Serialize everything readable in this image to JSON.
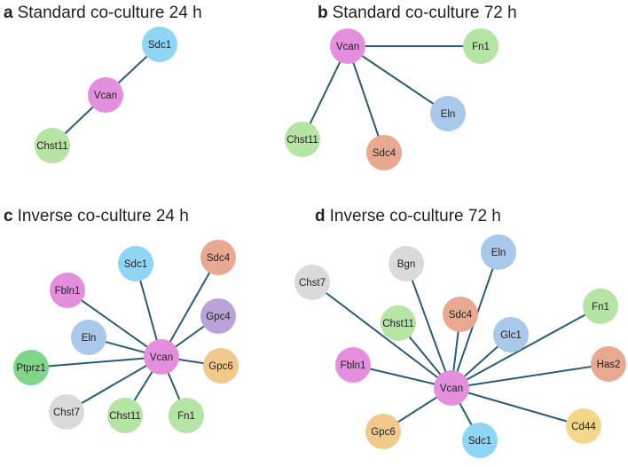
{
  "colors": {
    "edge": "#2a5d73",
    "pink": "#e48fde",
    "blue": "#8fd6f5",
    "green": "#b6e4a4",
    "salmon": "#e8a990",
    "lightblue": "#a9c8ea",
    "purple": "#b9a3d8",
    "orange": "#f2c98c",
    "gray": "#dadada",
    "yellow": "#f3d88c",
    "darkgreen": "#7fd68a"
  },
  "panels": [
    {
      "id": "a",
      "letter": "a",
      "title": "Standard co-culture 24 h",
      "nodes": [
        {
          "id": "vcan",
          "label": "Vcan",
          "color": "pink"
        },
        {
          "id": "sdc1",
          "label": "Sdc1",
          "color": "blue"
        },
        {
          "id": "chst11",
          "label": "Chst11",
          "color": "green"
        }
      ],
      "edges": [
        [
          "vcan",
          "sdc1"
        ],
        [
          "vcan",
          "chst11"
        ]
      ]
    },
    {
      "id": "b",
      "letter": "b",
      "title": "Standard co-culture 72 h",
      "nodes": [
        {
          "id": "vcan",
          "label": "Vcan",
          "color": "pink"
        },
        {
          "id": "fn1",
          "label": "Fn1",
          "color": "green"
        },
        {
          "id": "eln",
          "label": "Eln",
          "color": "lightblue"
        },
        {
          "id": "sdc4",
          "label": "Sdc4",
          "color": "salmon"
        },
        {
          "id": "chst11",
          "label": "Chst11",
          "color": "green"
        }
      ],
      "edges": [
        [
          "vcan",
          "fn1"
        ],
        [
          "vcan",
          "eln"
        ],
        [
          "vcan",
          "sdc4"
        ],
        [
          "vcan",
          "chst11"
        ]
      ]
    },
    {
      "id": "c",
      "letter": "c",
      "title": "Inverse co-culture 24 h",
      "nodes": [
        {
          "id": "vcan",
          "label": "Vcan",
          "color": "pink"
        },
        {
          "id": "sdc1",
          "label": "Sdc1",
          "color": "blue"
        },
        {
          "id": "sdc4",
          "label": "Sdc4",
          "color": "salmon"
        },
        {
          "id": "fbln1",
          "label": "Fbln1",
          "color": "pink"
        },
        {
          "id": "gpc4",
          "label": "Gpc4",
          "color": "purple"
        },
        {
          "id": "eln",
          "label": "Eln",
          "color": "lightblue"
        },
        {
          "id": "gpc6",
          "label": "Gpc6",
          "color": "orange"
        },
        {
          "id": "ptprz1",
          "label": "Ptprz1",
          "color": "darkgreen"
        },
        {
          "id": "chst7",
          "label": "Chst7",
          "color": "gray"
        },
        {
          "id": "chst11",
          "label": "Chst11",
          "color": "green"
        },
        {
          "id": "fn1",
          "label": "Fn1",
          "color": "green"
        }
      ],
      "edges": [
        [
          "vcan",
          "sdc1"
        ],
        [
          "vcan",
          "sdc4"
        ],
        [
          "vcan",
          "fbln1"
        ],
        [
          "vcan",
          "gpc4"
        ],
        [
          "vcan",
          "eln"
        ],
        [
          "vcan",
          "gpc6"
        ],
        [
          "vcan",
          "ptprz1"
        ],
        [
          "vcan",
          "chst7"
        ],
        [
          "vcan",
          "chst11"
        ],
        [
          "vcan",
          "fn1"
        ]
      ]
    },
    {
      "id": "d",
      "letter": "d",
      "title": "Inverse co-culture 72 h",
      "nodes": [
        {
          "id": "vcan",
          "label": "Vcan",
          "color": "pink"
        },
        {
          "id": "bgn",
          "label": "Bgn",
          "color": "gray"
        },
        {
          "id": "eln",
          "label": "Eln",
          "color": "lightblue"
        },
        {
          "id": "chst7",
          "label": "Chst7",
          "color": "gray"
        },
        {
          "id": "fn1",
          "label": "Fn1",
          "color": "green"
        },
        {
          "id": "chst11",
          "label": "Chst11",
          "color": "green"
        },
        {
          "id": "sdc4",
          "label": "Sdc4",
          "color": "salmon"
        },
        {
          "id": "glc1",
          "label": "Glc1",
          "color": "lightblue"
        },
        {
          "id": "has2",
          "label": "Has2",
          "color": "salmon"
        },
        {
          "id": "fbln1",
          "label": "Fbln1",
          "color": "pink"
        },
        {
          "id": "cd44",
          "label": "Cd44",
          "color": "yellow"
        },
        {
          "id": "gpc6",
          "label": "Gpc6",
          "color": "orange"
        },
        {
          "id": "sdc1",
          "label": "Sdc1",
          "color": "blue"
        }
      ],
      "edges": [
        [
          "vcan",
          "bgn"
        ],
        [
          "vcan",
          "eln"
        ],
        [
          "vcan",
          "chst7"
        ],
        [
          "vcan",
          "fn1"
        ],
        [
          "vcan",
          "chst11"
        ],
        [
          "vcan",
          "sdc4"
        ],
        [
          "vcan",
          "glc1"
        ],
        [
          "vcan",
          "has2"
        ],
        [
          "vcan",
          "fbln1"
        ],
        [
          "vcan",
          "cd44"
        ],
        [
          "vcan",
          "gpc6"
        ],
        [
          "vcan",
          "sdc1"
        ]
      ]
    }
  ]
}
